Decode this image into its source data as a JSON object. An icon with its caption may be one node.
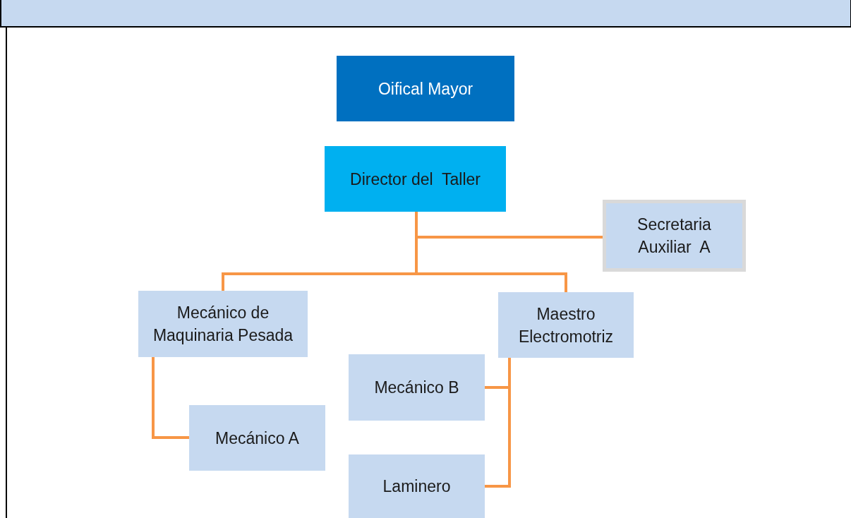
{
  "diagram": {
    "nodes": [
      {
        "text": [
          "Oifical Mayor"
        ]
      },
      {
        "text": [
          "Director del  Taller"
        ]
      },
      {
        "text": [
          "Secretaria Auxiliar  A"
        ]
      },
      {
        "text": [
          "Mecánico de Maquinaria Pesada"
        ]
      },
      {
        "text": [
          "Maestro Electromotriz"
        ]
      },
      {
        "text": [
          "Mecánico B"
        ]
      },
      {
        "text": [
          "Mecánico A"
        ]
      },
      {
        "text": [
          "Laminero"
        ]
      }
    ],
    "edges": [
      {
        "from": 1,
        "to": 2,
        "arrow": "none"
      },
      {
        "from": 1,
        "to": 3,
        "arrow": "none"
      },
      {
        "from": 1,
        "to": 4,
        "arrow": "none"
      },
      {
        "from": 3,
        "to": 6,
        "arrow": "none"
      },
      {
        "from": 4,
        "to": 5,
        "arrow": "none"
      },
      {
        "from": 4,
        "to": 7,
        "arrow": "none"
      }
    ]
  }
}
